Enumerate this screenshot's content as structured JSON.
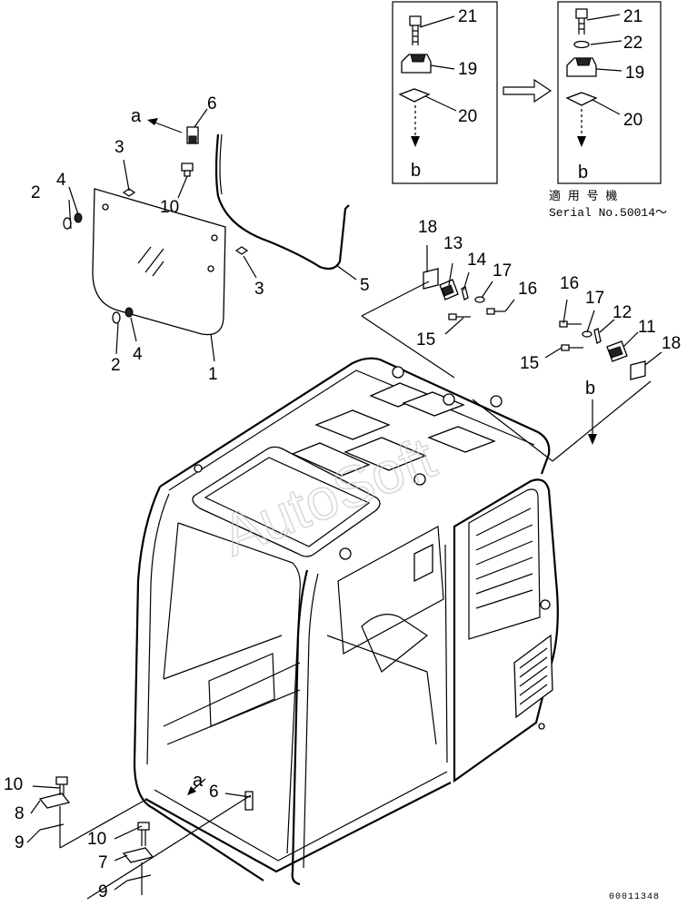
{
  "labels": {
    "p1": "1",
    "p2a": "2",
    "p2b": "2",
    "p3a": "3",
    "p3b": "3",
    "p4a": "4",
    "p4b": "4",
    "p5": "5",
    "p6a": "6",
    "p6b": "6",
    "p7": "7",
    "p8": "8",
    "p9a": "9",
    "p9b": "9",
    "p10a": "10",
    "p10b": "10",
    "p10c": "10",
    "p11": "11",
    "p12": "12",
    "p13": "13",
    "p14": "14",
    "p15a": "15",
    "p15b": "15",
    "p16a": "16",
    "p16b": "16",
    "p17a": "17",
    "p17b": "17",
    "p18a": "18",
    "p18b": "18",
    "p19a": "19",
    "p19b": "19",
    "p20a": "20",
    "p20b": "20",
    "p21a": "21",
    "p21b": "21",
    "p22": "22"
  },
  "refs": {
    "a_top": "a",
    "a_bottom": "a",
    "b_box1": "b",
    "b_box2": "b",
    "b_right": "b"
  },
  "serial": {
    "line1": "適 用 号 機",
    "line2": "Serial No.50014～"
  },
  "watermark": "AutoSoft",
  "drawing_number": "00011348"
}
